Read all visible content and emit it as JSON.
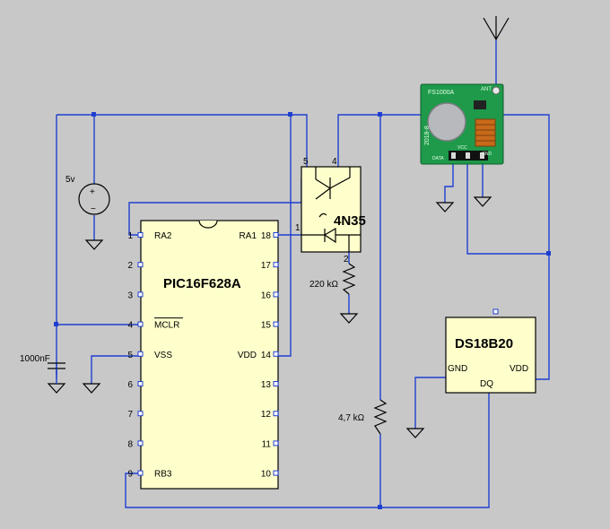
{
  "pic": {
    "name": "PIC16F628A",
    "left_pins": [
      {
        "num": "1",
        "label": "RA2"
      },
      {
        "num": "2",
        "label": ""
      },
      {
        "num": "3",
        "label": ""
      },
      {
        "num": "4",
        "label": "MCLR"
      },
      {
        "num": "5",
        "label": "VSS"
      },
      {
        "num": "6",
        "label": ""
      },
      {
        "num": "7",
        "label": ""
      },
      {
        "num": "8",
        "label": ""
      },
      {
        "num": "9",
        "label": "RB3"
      }
    ],
    "right_pins": [
      {
        "num": "18",
        "label": "RA1"
      },
      {
        "num": "17",
        "label": ""
      },
      {
        "num": "16",
        "label": ""
      },
      {
        "num": "15",
        "label": ""
      },
      {
        "num": "14",
        "label": "VDD"
      },
      {
        "num": "13",
        "label": ""
      },
      {
        "num": "12",
        "label": ""
      },
      {
        "num": "11",
        "label": ""
      },
      {
        "num": "10",
        "label": ""
      }
    ]
  },
  "opto": {
    "name": "4N35",
    "pin5": "5",
    "pin4": "4",
    "pin1": "1",
    "pin2": "2"
  },
  "sensor": {
    "name": "DS18B20",
    "gnd": "GND",
    "vdd": "VDD",
    "dq": "DQ"
  },
  "components": {
    "source_value": "5v",
    "capacitor_value": "1000nF",
    "resistor1_value": "220 kΩ",
    "resistor2_value": "4,7 kΩ"
  },
  "rf_module": {
    "silk_top": "FS1000A",
    "silk_ant": "ANT",
    "silk_side": "2018-8",
    "silk_vcc": "VCC",
    "silk_gnd": "GND",
    "silk_data": "DATA",
    "pcb_color": "#1e9a4a"
  },
  "colors": {
    "wire": "#1f3fd0",
    "chip_fill": "#ffffcc",
    "background": "#c8c8c8"
  }
}
